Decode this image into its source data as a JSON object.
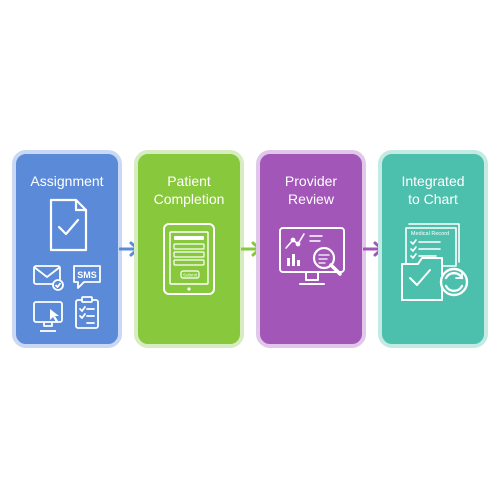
{
  "steps": [
    {
      "title_line1": "Assignment",
      "title_line2": "",
      "color": "#5b8ad8"
    },
    {
      "title_line1": "Patient",
      "title_line2": "Completion",
      "color": "#88c83c"
    },
    {
      "title_line1": "Provider",
      "title_line2": "Review",
      "color": "#a156b8"
    },
    {
      "title_line1": "Integrated",
      "title_line2": "to Chart",
      "color": "#4cbfad"
    }
  ],
  "labels": {
    "sms": "SMS",
    "tablet_button": "Submit",
    "medical_record": "Medical Record"
  },
  "icons": {
    "assignment": [
      "document-check-icon",
      "email-check-icon",
      "sms-bubble-icon",
      "computer-cursor-icon",
      "clipboard-checklist-icon"
    ],
    "patient_completion": [
      "tablet-form-icon"
    ],
    "provider_review": [
      "monitor-chart-icon",
      "magnifier-icon"
    ],
    "integrated": [
      "medical-record-icon",
      "folder-check-icon",
      "sync-icon"
    ]
  },
  "arrow_colors": [
    "#5b8ad8",
    "#88c83c",
    "#a156b8"
  ]
}
